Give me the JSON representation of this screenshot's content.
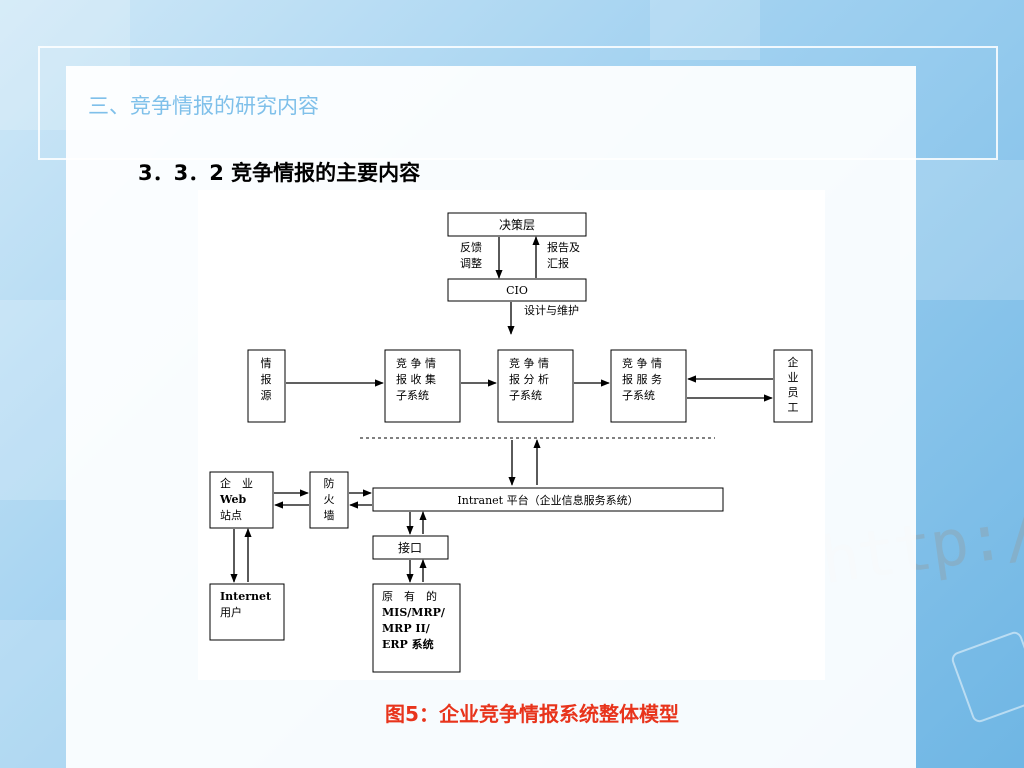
{
  "header": {
    "title": "三、竞争情报的研究内容"
  },
  "section": {
    "title": "3．3．2 竞争情报的主要内容"
  },
  "diagram": {
    "decision_layer": "决策层",
    "feedback": [
      "反馈",
      "调整"
    ],
    "report": [
      "报告及",
      "汇报"
    ],
    "cio": "CIO",
    "design_maintain": "设计与维护",
    "source": [
      "情",
      "报",
      "源"
    ],
    "collect": [
      "竞 争 情",
      "报 收 集",
      "子系统"
    ],
    "analyze": [
      "竞 争 情",
      "报 分 析",
      "子系统"
    ],
    "service": [
      "竞 争 情",
      "报 服 务",
      "子系统"
    ],
    "staff": [
      "企",
      "业",
      "员",
      "工"
    ],
    "web": [
      "企　业",
      "Web",
      "站点"
    ],
    "firewall": [
      "防",
      "火",
      "墙"
    ],
    "intranet": "Intranet 平台（企业信息服务系统）",
    "interface": "接口",
    "internet": [
      "Internet",
      "用户"
    ],
    "legacy": [
      "原　有　的",
      "MIS/MRP/",
      "MRP II/",
      "ERP 系统"
    ]
  },
  "caption": "图5：企业竞争情报系统整体模型",
  "decor": {
    "url_text": "http://www"
  },
  "colors": {
    "header": "#7fc0ea",
    "caption": "#e8341c",
    "background": "#9fd0f0"
  }
}
